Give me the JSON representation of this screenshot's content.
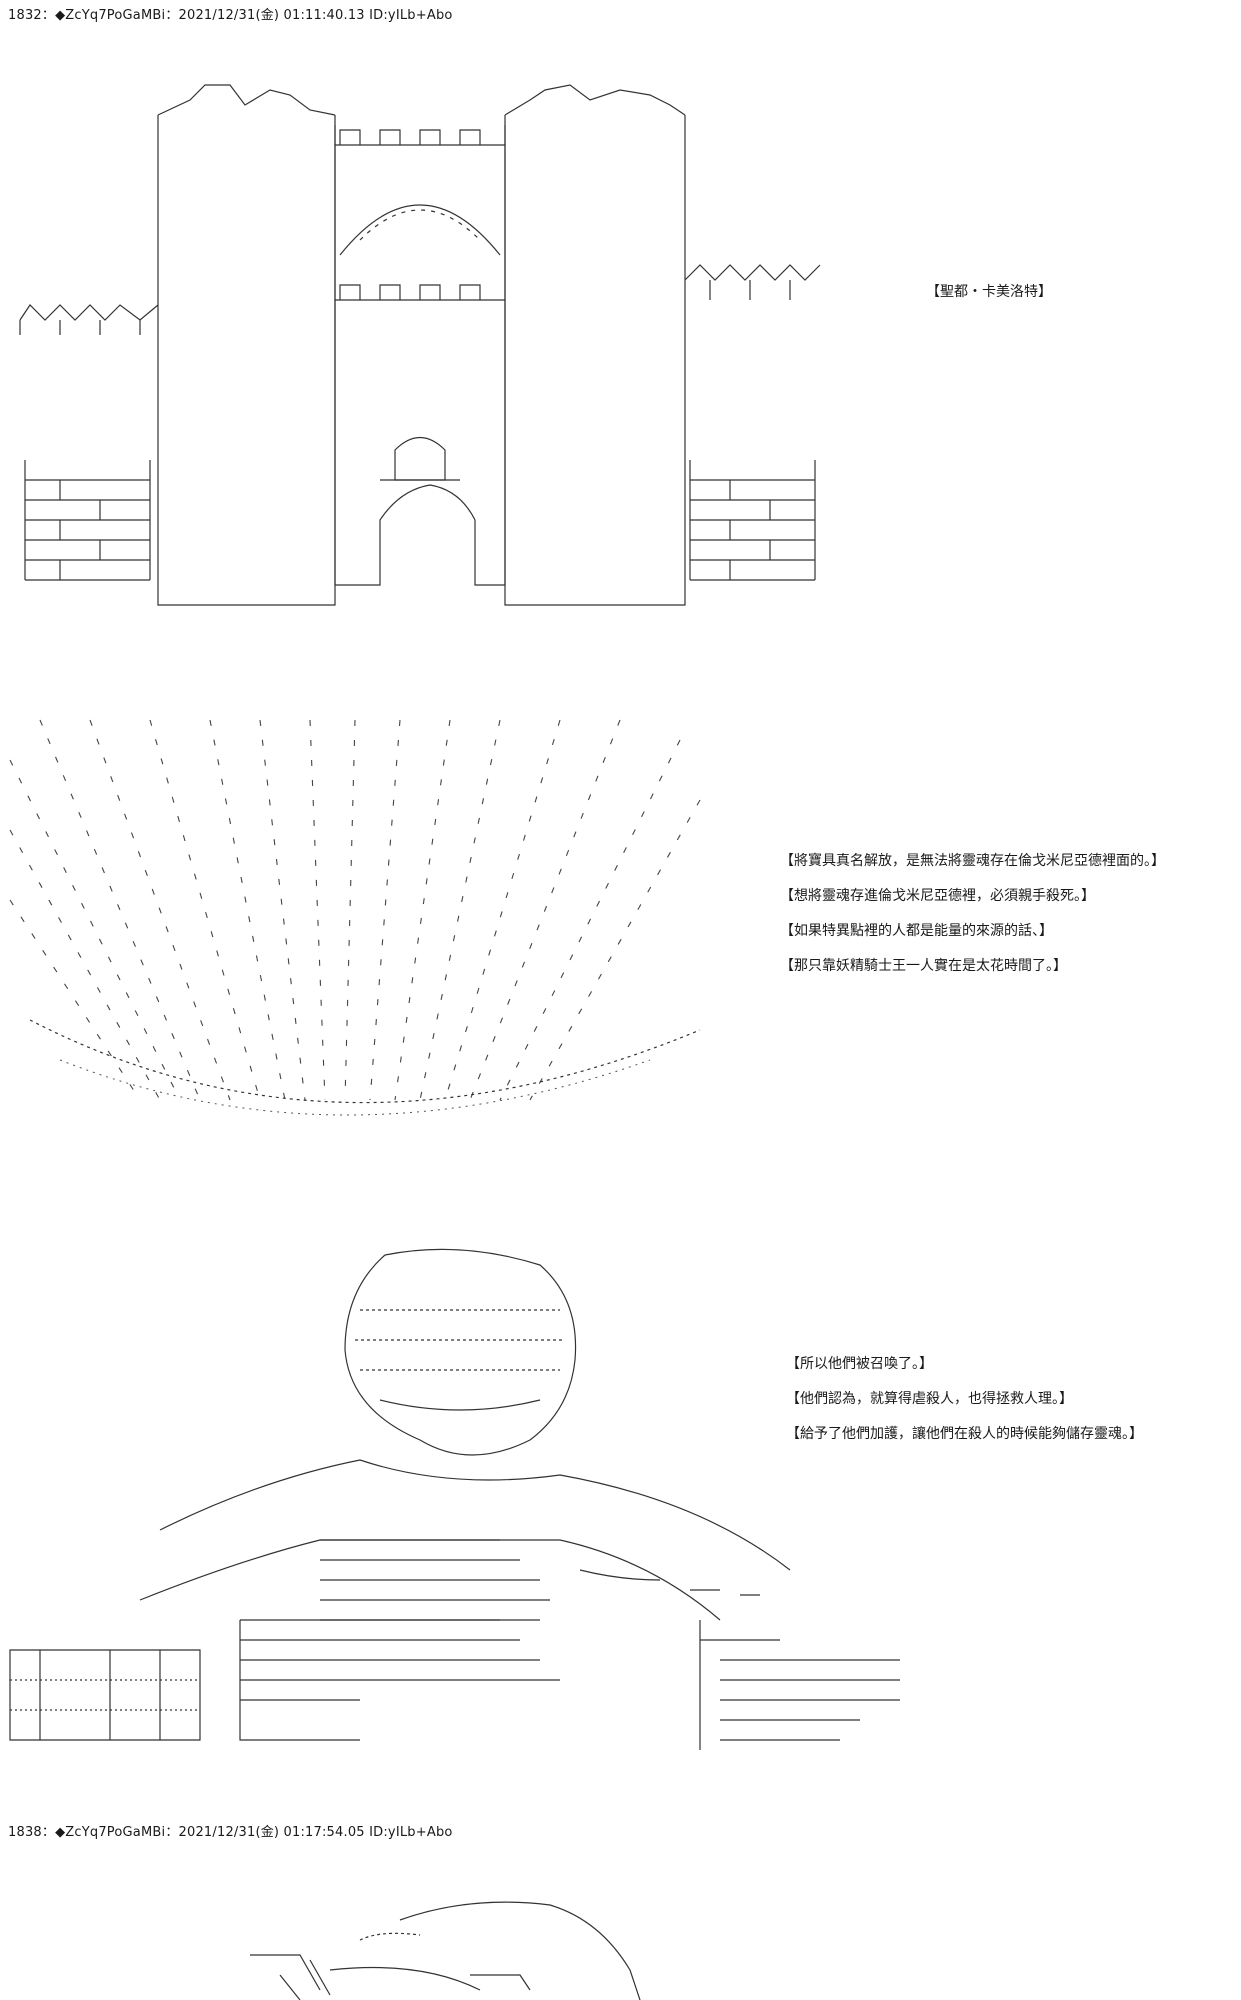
{
  "posts": [
    {
      "header": "1832：◆ZcYq7PoGaMBi：2021/12/31(金) 01:11:40.13 ID:yILb+Abo",
      "scenes": [
        {
          "art": "castle-gate",
          "captions": [
            "【聖都・卡美洛特】"
          ]
        },
        {
          "art": "light-rays",
          "captions": [
            "【將寶具真名解放，是無法將靈魂存在倫戈米尼亞德裡面的。】",
            "【想將靈魂存進倫戈米尼亞德裡，必須親手殺死。】",
            "【如果特異點裡的人都是能量的來源的話、】",
            "【那只靠妖精騎士王一人實在是太花時間了。】"
          ]
        },
        {
          "art": "knight-figure",
          "captions": [
            "【所以他們被召喚了。】",
            "【他們認為，就算得虐殺人，也得拯救人理。】",
            "【給予了他們加護，讓他們在殺人的時候能夠儲存靈魂。】"
          ]
        }
      ]
    },
    {
      "header": "1838：◆ZcYq7PoGaMBi：2021/12/31(金) 01:17:54.05 ID:yILb+Abo",
      "scenes": [
        {
          "art": "next-figure-partial",
          "captions": []
        }
      ]
    }
  ]
}
